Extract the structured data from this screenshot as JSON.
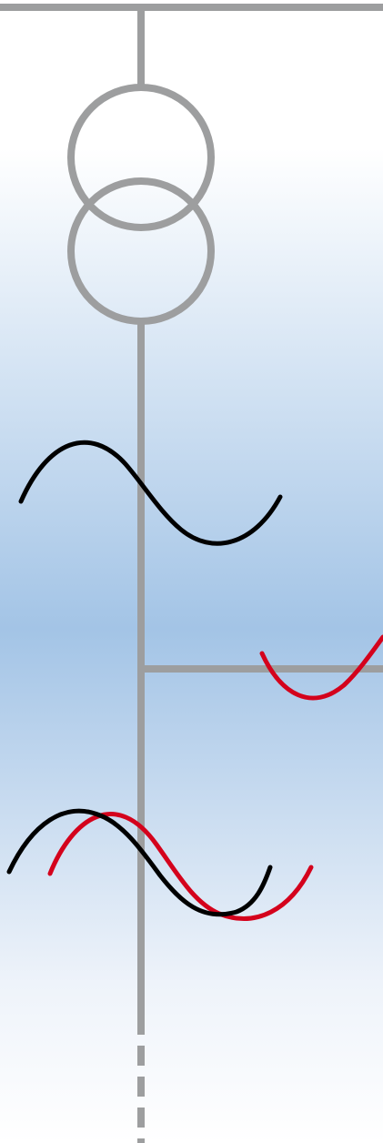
{
  "diagram": {
    "description_free": true,
    "colors": {
      "bus_line": "#9d9e9f",
      "transformer": "#9d9e9f",
      "wave_primary": "#000000",
      "wave_secondary": "#d4021c",
      "background_top": "#ffffff",
      "background_mid": "#a3c4e6",
      "background_bottom": "#ffffff"
    },
    "elements": {
      "top_busbar": "busbar",
      "transformer": "two-winding-transformer-symbol",
      "main_feeder": "vertical-feeder-line",
      "branch": "horizontal-branch-line",
      "continuation": "dashed-continuation-line"
    }
  }
}
